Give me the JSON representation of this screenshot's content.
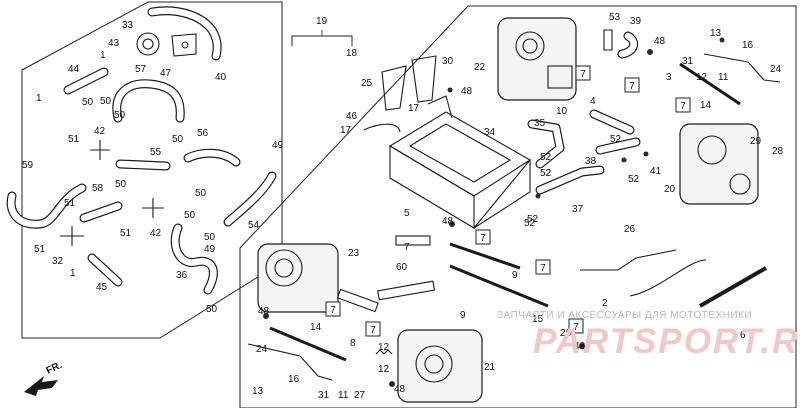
{
  "diagram": {
    "labels": {
      "p1a": "1",
      "p1b": "1",
      "p1c": "1",
      "p2": "2",
      "p3": "3",
      "p4": "4",
      "p5": "5",
      "p6": "6",
      "p7": "7",
      "p8": "8",
      "p9a": "9",
      "p9b": "9",
      "p10": "10",
      "p11a": "11",
      "p11b": "11",
      "p12": "12",
      "p13a": "13",
      "p13b": "13",
      "p14a": "14",
      "p14b": "14",
      "p15": "15",
      "p16a": "16",
      "p16b": "16",
      "p17a": "17",
      "p17b": "17",
      "p18": "18",
      "p19": "19",
      "p20": "20",
      "p21": "21",
      "p22": "22",
      "p23": "23",
      "p24a": "24",
      "p24b": "24",
      "p25": "25",
      "p26": "26",
      "p27": "27",
      "p28": "28",
      "p29": "29",
      "p30": "30",
      "p31a": "31",
      "p31b": "31",
      "p32": "32",
      "p33": "33",
      "p34": "34",
      "p35": "35",
      "p36": "36",
      "p37": "37",
      "p38": "38",
      "p39": "39",
      "p40": "40",
      "p41": "41",
      "p42a": "42",
      "p42b": "42",
      "p43": "43",
      "p44": "44",
      "p45": "45",
      "p46": "46",
      "p47": "47",
      "p48a": "48",
      "p48b": "48",
      "p48c": "48",
      "p48d": "48",
      "p48e": "48",
      "p48f": "48",
      "p49a": "49",
      "p49b": "49",
      "p50a": "50",
      "p50b": "50",
      "p50c": "50",
      "p50d": "50",
      "p50e": "50",
      "p50f": "50",
      "p50g": "50",
      "p50h": "50",
      "p51a": "51",
      "p51b": "51",
      "p51c": "51",
      "p51d": "51",
      "p52a": "52",
      "p52b": "52",
      "p52c": "52",
      "p52d": "52",
      "p53": "53",
      "p54": "54",
      "p55": "55",
      "p56": "56",
      "p57": "57",
      "p58": "58",
      "p59": "59",
      "p60": "60"
    },
    "boxed_labels": [
      "7",
      "7",
      "7",
      "7",
      "7",
      "7",
      "7",
      "7"
    ],
    "direction_marker": "FR.",
    "watermark_text": "ЗАПЧАСТИ И АКСЕССУАРЫ ДЛЯ МОТОТЕХНИКИ",
    "watermark_logo": "PARTSPORT.RU",
    "colors": {
      "line": "#1a1a1a",
      "watermark_logo": "#f0c8c8",
      "watermark_text": "#b8b8b8"
    }
  }
}
